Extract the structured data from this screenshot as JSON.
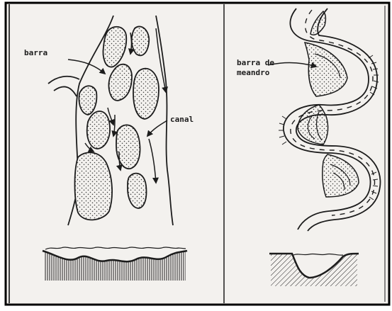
{
  "colors": {
    "paper": "#f3f1ee",
    "ink": "#1c1c1c",
    "frame": "#000000",
    "stipple": "#3a3a3a"
  },
  "labels": {
    "braided_bar": "barra",
    "braided_channel": "canal",
    "meander_bar_line1": "barra de",
    "meander_bar_line2": "meandro"
  }
}
